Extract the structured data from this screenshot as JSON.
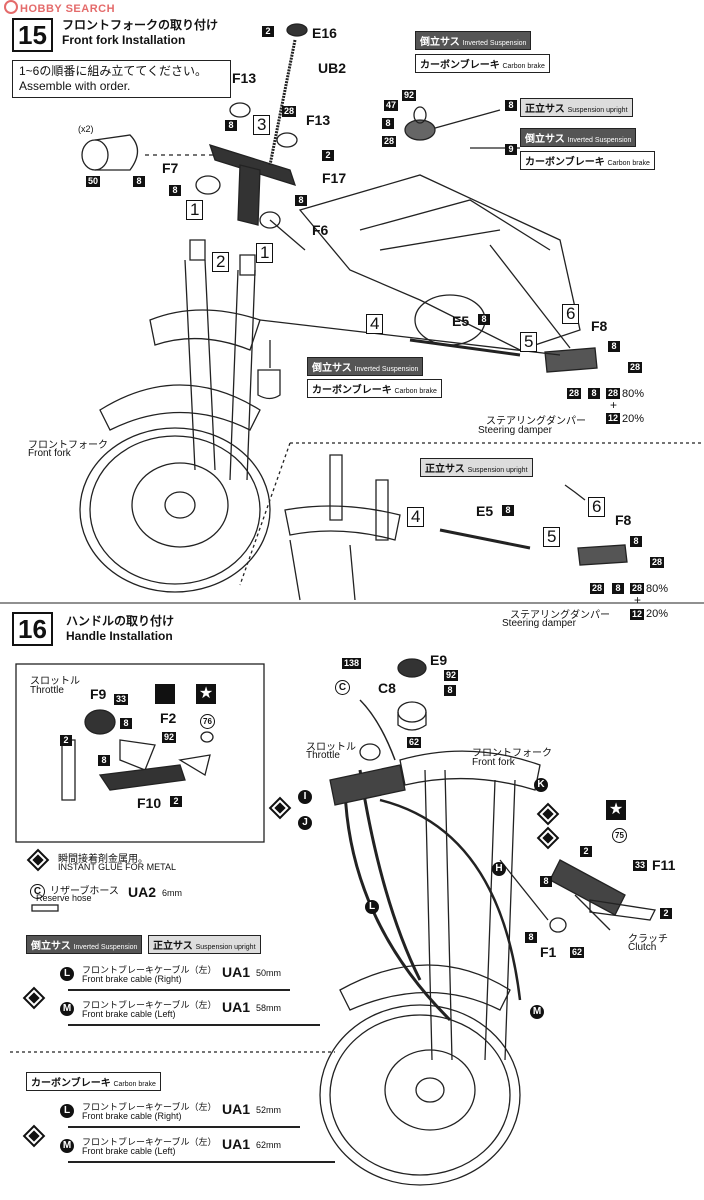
{
  "watermark": "HOBBY SEARCH",
  "step15": {
    "number": "15",
    "title_jp": "フロントフォークの取り付け",
    "title_en": "Front fork Installation",
    "note_jp": "1~6の順番に組み立ててください。",
    "note_en": "Assemble with order.",
    "x2": "(x2)",
    "parts": {
      "E16": "E16",
      "UB2": "UB2",
      "F13a": "F13",
      "F13b": "F13",
      "F7": "F7",
      "F17": "F17",
      "F6": "F6",
      "E5a": "E5",
      "F8a": "F8",
      "E5b": "E5",
      "F8b": "F8"
    },
    "nums": {
      "n2": "2",
      "n8": "8",
      "n28": "28",
      "n50": "50",
      "n47": "47",
      "n92": "92",
      "n9": "9",
      "n12": "12"
    },
    "steps": [
      "1",
      "2",
      "3",
      "4",
      "5",
      "6"
    ],
    "ratio1": "80%",
    "ratio2": "20%",
    "plus": "+",
    "front_fork_jp": "フロントフォーク",
    "front_fork_en": "Front fork",
    "damper_jp": "ステアリングダンパー",
    "damper_en": "Steering damper",
    "tags": {
      "inv_jp": "倒立サス",
      "inv_en": "Inverted Suspension",
      "carbon_jp": "カーボンブレーキ",
      "carbon_en": "Carbon brake",
      "upright_jp": "正立サス",
      "upright_en": "Suspension upright"
    }
  },
  "step16": {
    "number": "16",
    "title_jp": "ハンドルの取り付け",
    "title_en": "Handle Installation",
    "throttle_jp": "スロットル",
    "throttle_en": "Throttle",
    "front_fork_jp": "フロントフォーク",
    "front_fork_en": "Front fork",
    "clutch_jp": "クラッチ",
    "clutch_en": "Clutch",
    "parts": {
      "F9": "F9",
      "F2": "F2",
      "F10": "F10",
      "E9": "E9",
      "C8": "C8",
      "F11": "F11",
      "F1": "F1"
    },
    "nums": {
      "n33": "33",
      "n92": "92",
      "n76": "76",
      "n2": "2",
      "n8": "8",
      "n138": "138",
      "n62": "62",
      "n75": "75"
    },
    "letters": {
      "I": "I",
      "J": "J",
      "K": "K",
      "H": "H",
      "L": "L",
      "M": "M",
      "C": "C"
    },
    "legend": {
      "glue_jp": "瞬間接着剤金属用。",
      "glue_en": "INSTANT GLUE  FOR METAL",
      "hose_jp": "リザーブホース",
      "hose_en": "Reserve hose",
      "hose_part": "UA2",
      "hose_len": "6mm"
    },
    "cables_inv": {
      "tag_inv_jp": "倒立サス",
      "tag_inv_en": "Inverted Suspension",
      "tag_up_jp": "正立サス",
      "tag_up_en": "Suspension upright",
      "rows": [
        {
          "letter": "L",
          "jp": "フロントブレーキケーブル（左）",
          "en": "Front brake cable (Right)",
          "part": "UA1",
          "len": "50mm"
        },
        {
          "letter": "M",
          "jp": "フロントブレーキケーブル（左）",
          "en": "Front brake cable (Left)",
          "part": "UA1",
          "len": "58mm"
        }
      ]
    },
    "cables_carbon": {
      "tag_jp": "カーボンブレーキ",
      "tag_en": "Carbon brake",
      "rows": [
        {
          "letter": "L",
          "jp": "フロントブレーキケーブル（左）",
          "en": "Front brake cable (Right)",
          "part": "UA1",
          "len": "52mm"
        },
        {
          "letter": "M",
          "jp": "フロントブレーキケーブル（左）",
          "en": "Front brake cable (Left)",
          "part": "UA1",
          "len": "62mm"
        }
      ]
    }
  }
}
